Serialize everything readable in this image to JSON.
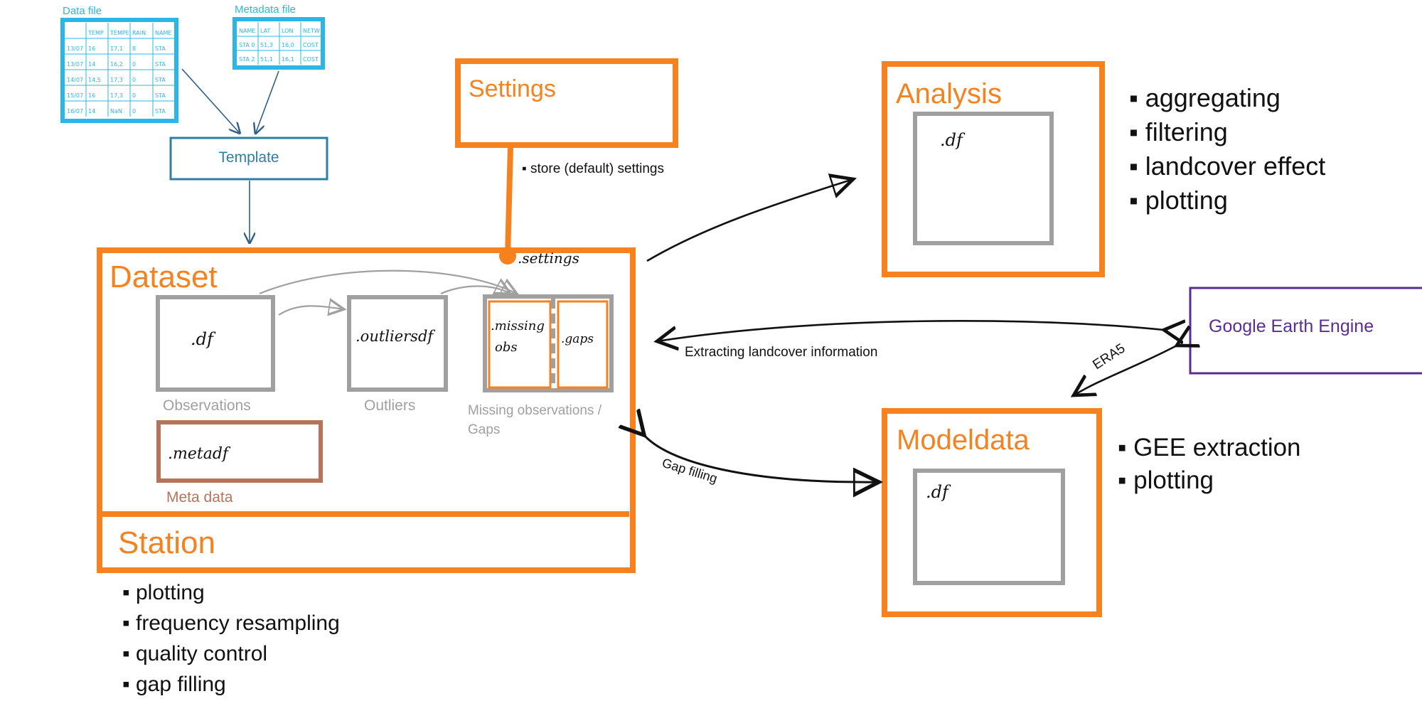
{
  "inputs": {
    "data_file_label": "Data file",
    "metadata_file_label": "Metadata file",
    "template_label": "Template",
    "data_table": [
      [
        "",
        "TEMP",
        "TEMPE",
        "RAIN",
        "NAME"
      ],
      [
        "13/07",
        "16",
        "17,1",
        "8",
        "STA"
      ],
      [
        "13/07",
        "14",
        "16,2",
        "0",
        "STA"
      ],
      [
        "14/07",
        "14,5",
        "17,3",
        "0",
        "STA"
      ],
      [
        "15/07",
        "16",
        "17,3",
        "0",
        "STA"
      ],
      [
        "16/07",
        "14",
        "NaN",
        "0",
        "STA"
      ]
    ],
    "meta_table": [
      [
        "NAME",
        "LAT",
        "LON",
        "NETW"
      ],
      [
        "STA 0",
        "51,3",
        "16,0",
        "COST"
      ],
      [
        "STA 2",
        "51,1",
        "16,1",
        "COST"
      ]
    ]
  },
  "settings": {
    "title": "Settings",
    "bullet": "store (default) settings",
    "dataset_attr": ".settings"
  },
  "dataset": {
    "title": "Dataset",
    "observations": {
      "attr": ".df",
      "label": "Observations"
    },
    "outliers": {
      "attr": ".outliersdf",
      "label": "Outliers"
    },
    "missing": {
      "attr1": ".missing",
      "attr1b": "obs",
      "attr2": ".gaps",
      "label_line1": "Missing observations /",
      "label_line2": "Gaps"
    },
    "metadata": {
      "attr": ".metadf",
      "label": "Meta data"
    }
  },
  "station": {
    "title": "Station",
    "bullets": [
      "plotting",
      "frequency resampling",
      "quality control",
      "gap filling"
    ]
  },
  "analysis": {
    "title": "Analysis",
    "attr": ".df",
    "bullets": [
      "aggregating",
      "filtering",
      "landcover effect",
      "plotting"
    ]
  },
  "modeldata": {
    "title": "Modeldata",
    "attr": ".df",
    "bullets": [
      "GEE extraction",
      "plotting"
    ]
  },
  "gee": {
    "label": "Google Earth Engine"
  },
  "connections": {
    "landcover_label": "Extracting landcover information",
    "era5_label": "ERA5",
    "gap_filling_label": "Gap filling"
  },
  "colors": {
    "orange": "#f5821f",
    "gray": "#a0a0a0",
    "cyan": "#2ab7e8",
    "template_blue": "#2d7fa6",
    "gee_purple": "#5b2d91",
    "meta_brown": "#b5735c"
  }
}
